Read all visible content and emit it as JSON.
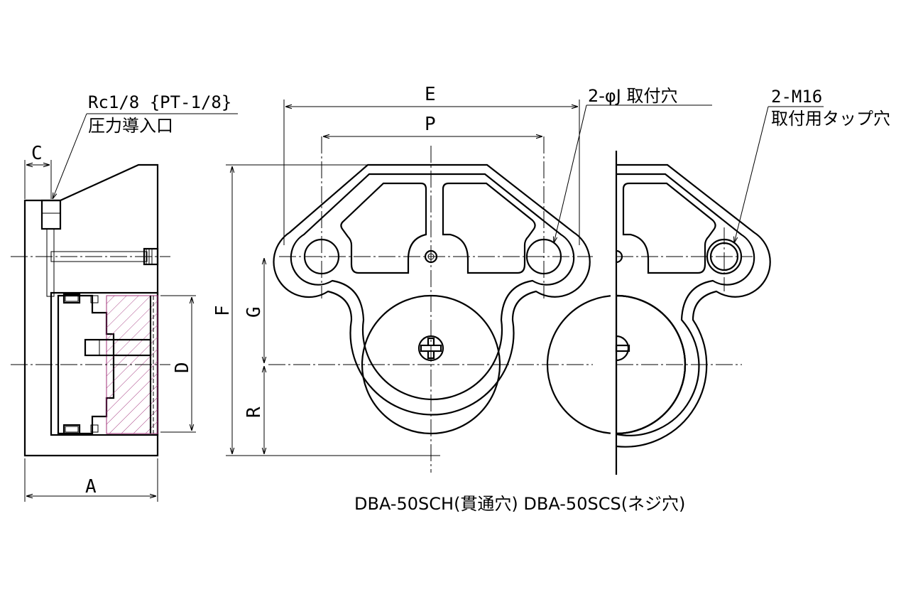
{
  "labels": {
    "port_thread": "Rc1/8 {PT-1/8}",
    "port_name": "圧力導入口",
    "dim_c": "C",
    "dim_a": "A",
    "dim_d": "D",
    "dim_e": "E",
    "dim_p": "P",
    "dim_f": "F",
    "dim_g": "G",
    "dim_r": "R",
    "mount_hole": "2-φJ 取付穴",
    "tap_hole_size": "2-M16",
    "tap_hole_name": "取付用タップ穴",
    "caption": "DBA-50SCH(貫通穴) DBA-50SCS(ネジ穴)"
  },
  "colors": {
    "line": "#000000",
    "hatch": "#000000",
    "accent_hatch": "#a0307a",
    "background": "#ffffff"
  }
}
